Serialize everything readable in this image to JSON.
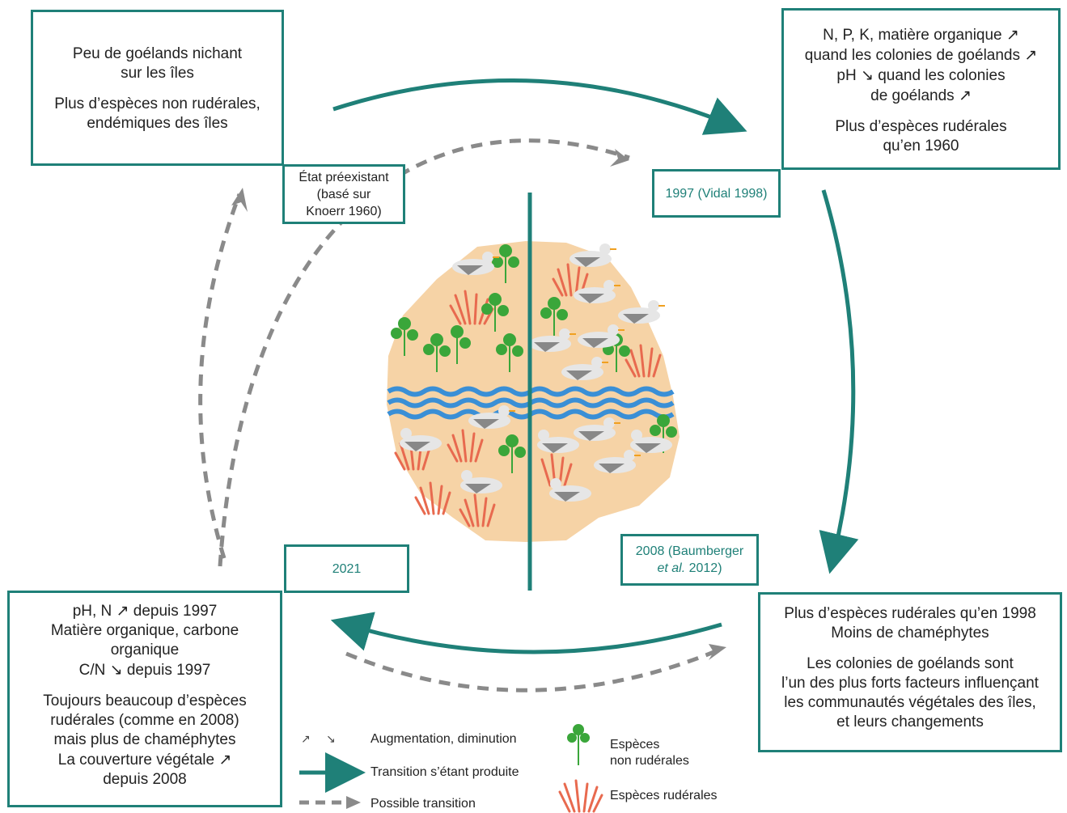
{
  "colors": {
    "teal": "#1f8078",
    "grey": "#8a8a8a",
    "sand": "#f6d3a6",
    "water": "#3a8fd6",
    "ruderal": "#e86a4f",
    "flower": "#3aa63a"
  },
  "top_left": {
    "line1": "Peu de goélands nichant",
    "line2": "sur les îles",
    "line3": "Plus d’espèces non rudérales,",
    "line4": "endémiques des îles",
    "tag_line1": "État préexistant",
    "tag_line2": "(basé sur",
    "tag_line3": "Knoerr 1960)"
  },
  "top_right": {
    "line1": "N, P, K, matière organique",
    "line2": "quand les colonies de goélands",
    "line3a": "pH",
    "line3b": "quand les colonies",
    "line4": "de goélands",
    "line5": "Plus d’espèces rudérales",
    "line6": "qu’en 1960",
    "tag": "1997 (Vidal 1998)"
  },
  "bottom_right": {
    "tag_line1": "2008 (Baumberger",
    "tag_em": "et al.",
    "tag_year": " 2012)",
    "line1": "Plus d’espèces rudérales qu’en 1998",
    "line2": "Moins de chaméphytes",
    "line3": "Les colonies de goélands sont",
    "line4": "l’un des plus forts facteurs influençant",
    "line5": "les communautés végétales des îles,",
    "line6": "et leurs changements"
  },
  "bottom_left": {
    "tag": "2021",
    "line1": "pH, N",
    "line1b": "depuis 1997",
    "line2": "Matière organique, carbone",
    "line3": "organique",
    "line4a": "C/N",
    "line4b": "depuis 1997",
    "line5": "Toujours beaucoup d’espèces",
    "line6": "rudérales (comme en 2008)",
    "line7": "mais plus de chaméphytes",
    "line8": "La couverture végétale",
    "line9": "depuis 2008"
  },
  "symbols": {
    "up": "↗",
    "down": "↘"
  },
  "legend": {
    "updown": "Augmentation, diminution",
    "occurred": "Transition s’étant produite",
    "possible": "Possible transition",
    "nonruderal_1": "Espèces",
    "nonruderal_2": "non rudérales",
    "ruderal": "Espèces rudérales"
  }
}
